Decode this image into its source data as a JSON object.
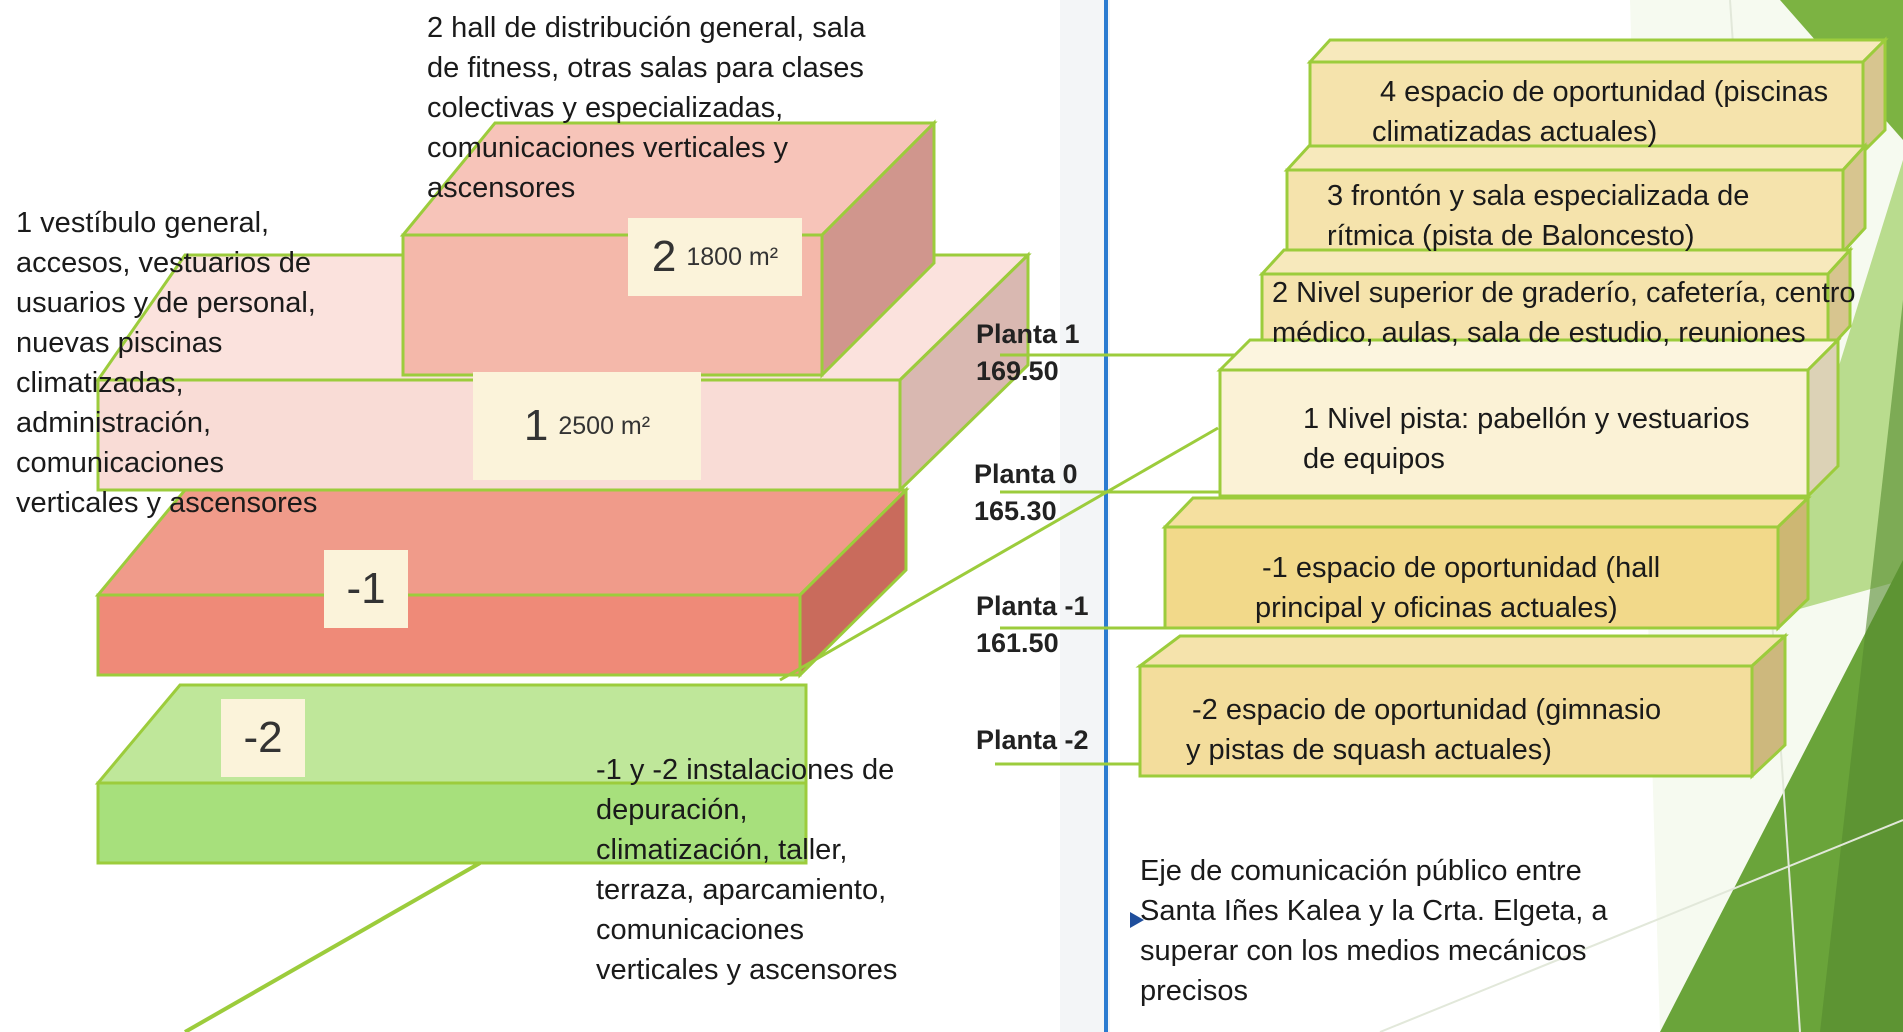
{
  "left_levels": {
    "level2": {
      "number": "2",
      "area": "1800 m²"
    },
    "level1": {
      "number": "1",
      "area": "2500 m²"
    },
    "levelm1": {
      "number": "-1"
    },
    "levelm2": {
      "number": "-2"
    }
  },
  "descriptions": {
    "level2": [
      "2 hall de distribución general, sala",
      "de fitness, otras salas para clases",
      "colectivas y especializadas,",
      "comunicaciones verticales y",
      "ascensores"
    ],
    "level1": [
      "1 vestíbulo general,",
      "accesos, vestuarios de",
      "usuarios y de personal,",
      "nuevas piscinas",
      "climatizadas,",
      "administración,",
      "comunicaciones",
      "verticales y ascensores"
    ],
    "lower": [
      "-1 y -2  instalaciones de",
      "depuración,",
      "climatización, taller,",
      "terraza, aparcamiento,",
      "comunicaciones",
      "verticales y ascensores"
    ]
  },
  "plantas": [
    {
      "name": "Planta 1",
      "elev": "169.50"
    },
    {
      "name": "Planta 0",
      "elev": "165.30"
    },
    {
      "name": "Planta -1",
      "elev": "161.50"
    },
    {
      "name": "Planta -2",
      "elev": ""
    }
  ],
  "right_blocks": {
    "b4": [
      "4 espacio de oportunidad (piscinas",
      "climatizadas actuales)"
    ],
    "b3": [
      "3 frontón y sala especializada de",
      "rítmica  (pista de Baloncesto)"
    ],
    "b2": [
      "2 Nivel superior de graderío, cafetería, centro",
      "médico, aulas, sala de estudio, reuniones"
    ],
    "b1": [
      "1  Nivel pista: pabellón y vestuarios",
      "de equipos"
    ],
    "bm1": [
      "-1  espacio de oportunidad (hall",
      "principal y oficinas actuales)"
    ],
    "bm2": [
      "-2  espacio de oportunidad  (gimnasio",
      "y pistas de squash actuales)"
    ]
  },
  "axis_note": [
    "Eje de comunicación público entre",
    "Santa Iñes Kalea y la Crta. Elgeta, a",
    "superar con los medios mecánicos",
    "precisos"
  ],
  "colors": {
    "outline": "#9ccc3c",
    "salmon_front": "#f4b8aa",
    "pink_front": "#f9dcd6",
    "red_front": "#ef8a78",
    "green_front": "#a7e07c",
    "yellow_front": "#f5e3ac",
    "cream_front": "#fbf2d6",
    "gold_front": "#f2d98a",
    "axis_line": "#2b7bd0",
    "slide_green": "#6aa43a"
  }
}
